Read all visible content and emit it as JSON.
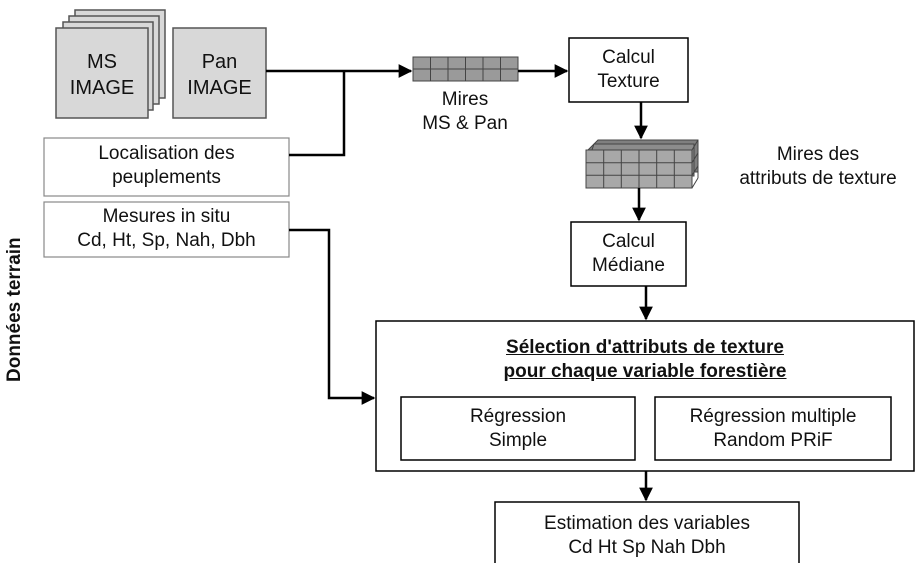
{
  "sources": {
    "ms_image": [
      "MS",
      "IMAGE"
    ],
    "pan_image": [
      "Pan",
      "IMAGE"
    ]
  },
  "field_data": {
    "label": "Données terrain",
    "localisation": [
      "Localisation des",
      "peuplements"
    ],
    "mesures": [
      "Mesures in situ",
      "Cd, Ht, Sp, Nah, Dbh"
    ]
  },
  "mires_ms_pan": [
    "Mires",
    "MS & Pan"
  ],
  "calcul_texture": [
    "Calcul",
    "Texture"
  ],
  "mires_attributs": [
    "Mires des",
    "attributs de texture"
  ],
  "calcul_mediane": [
    "Calcul",
    "Médiane"
  ],
  "selection": {
    "title": [
      "Sélection d'attributs de texture",
      "pour chaque variable forestière"
    ],
    "regression_simple": [
      "Régression",
      "Simple"
    ],
    "regression_multiple": [
      "Régression multiple",
      "Random PRiF"
    ]
  },
  "estimation": [
    "Estimation des variables",
    "Cd Ht Sp Nah Dbh"
  ]
}
